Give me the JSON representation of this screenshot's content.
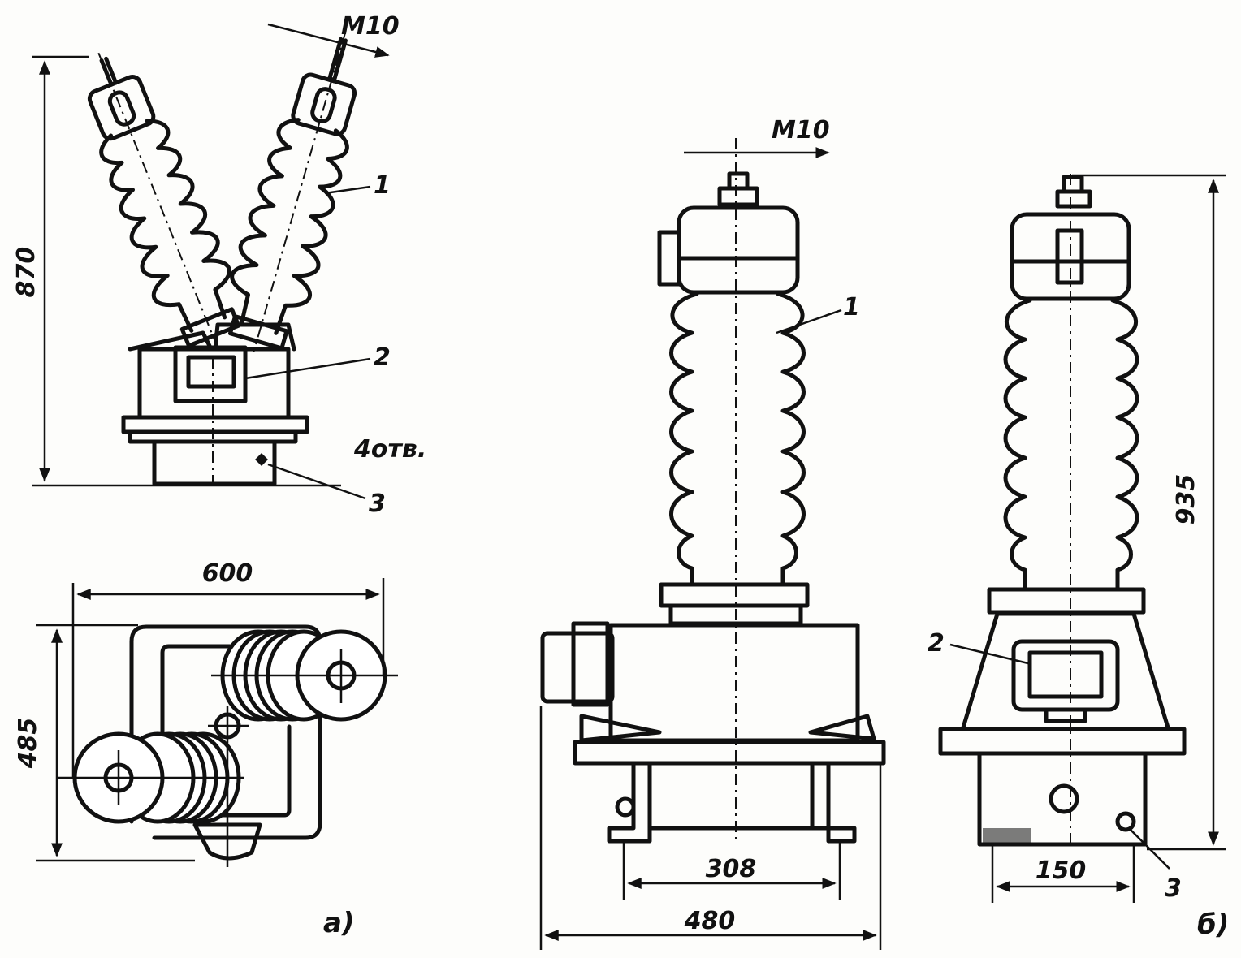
{
  "view_a": {
    "dim_height": "870",
    "dim_width": "600",
    "dim_depth": "485",
    "thread": "M10",
    "holes_note": "4отв.",
    "callouts": [
      "1",
      "2",
      "3"
    ],
    "caption": "a)"
  },
  "view_b": {
    "thread": "M10",
    "dim_height": "935",
    "dim_width_outer": "480",
    "dim_width_inner": "308",
    "dim_hole_spacing": "150",
    "callouts": [
      "1",
      "2",
      "3"
    ],
    "caption": "б)"
  }
}
